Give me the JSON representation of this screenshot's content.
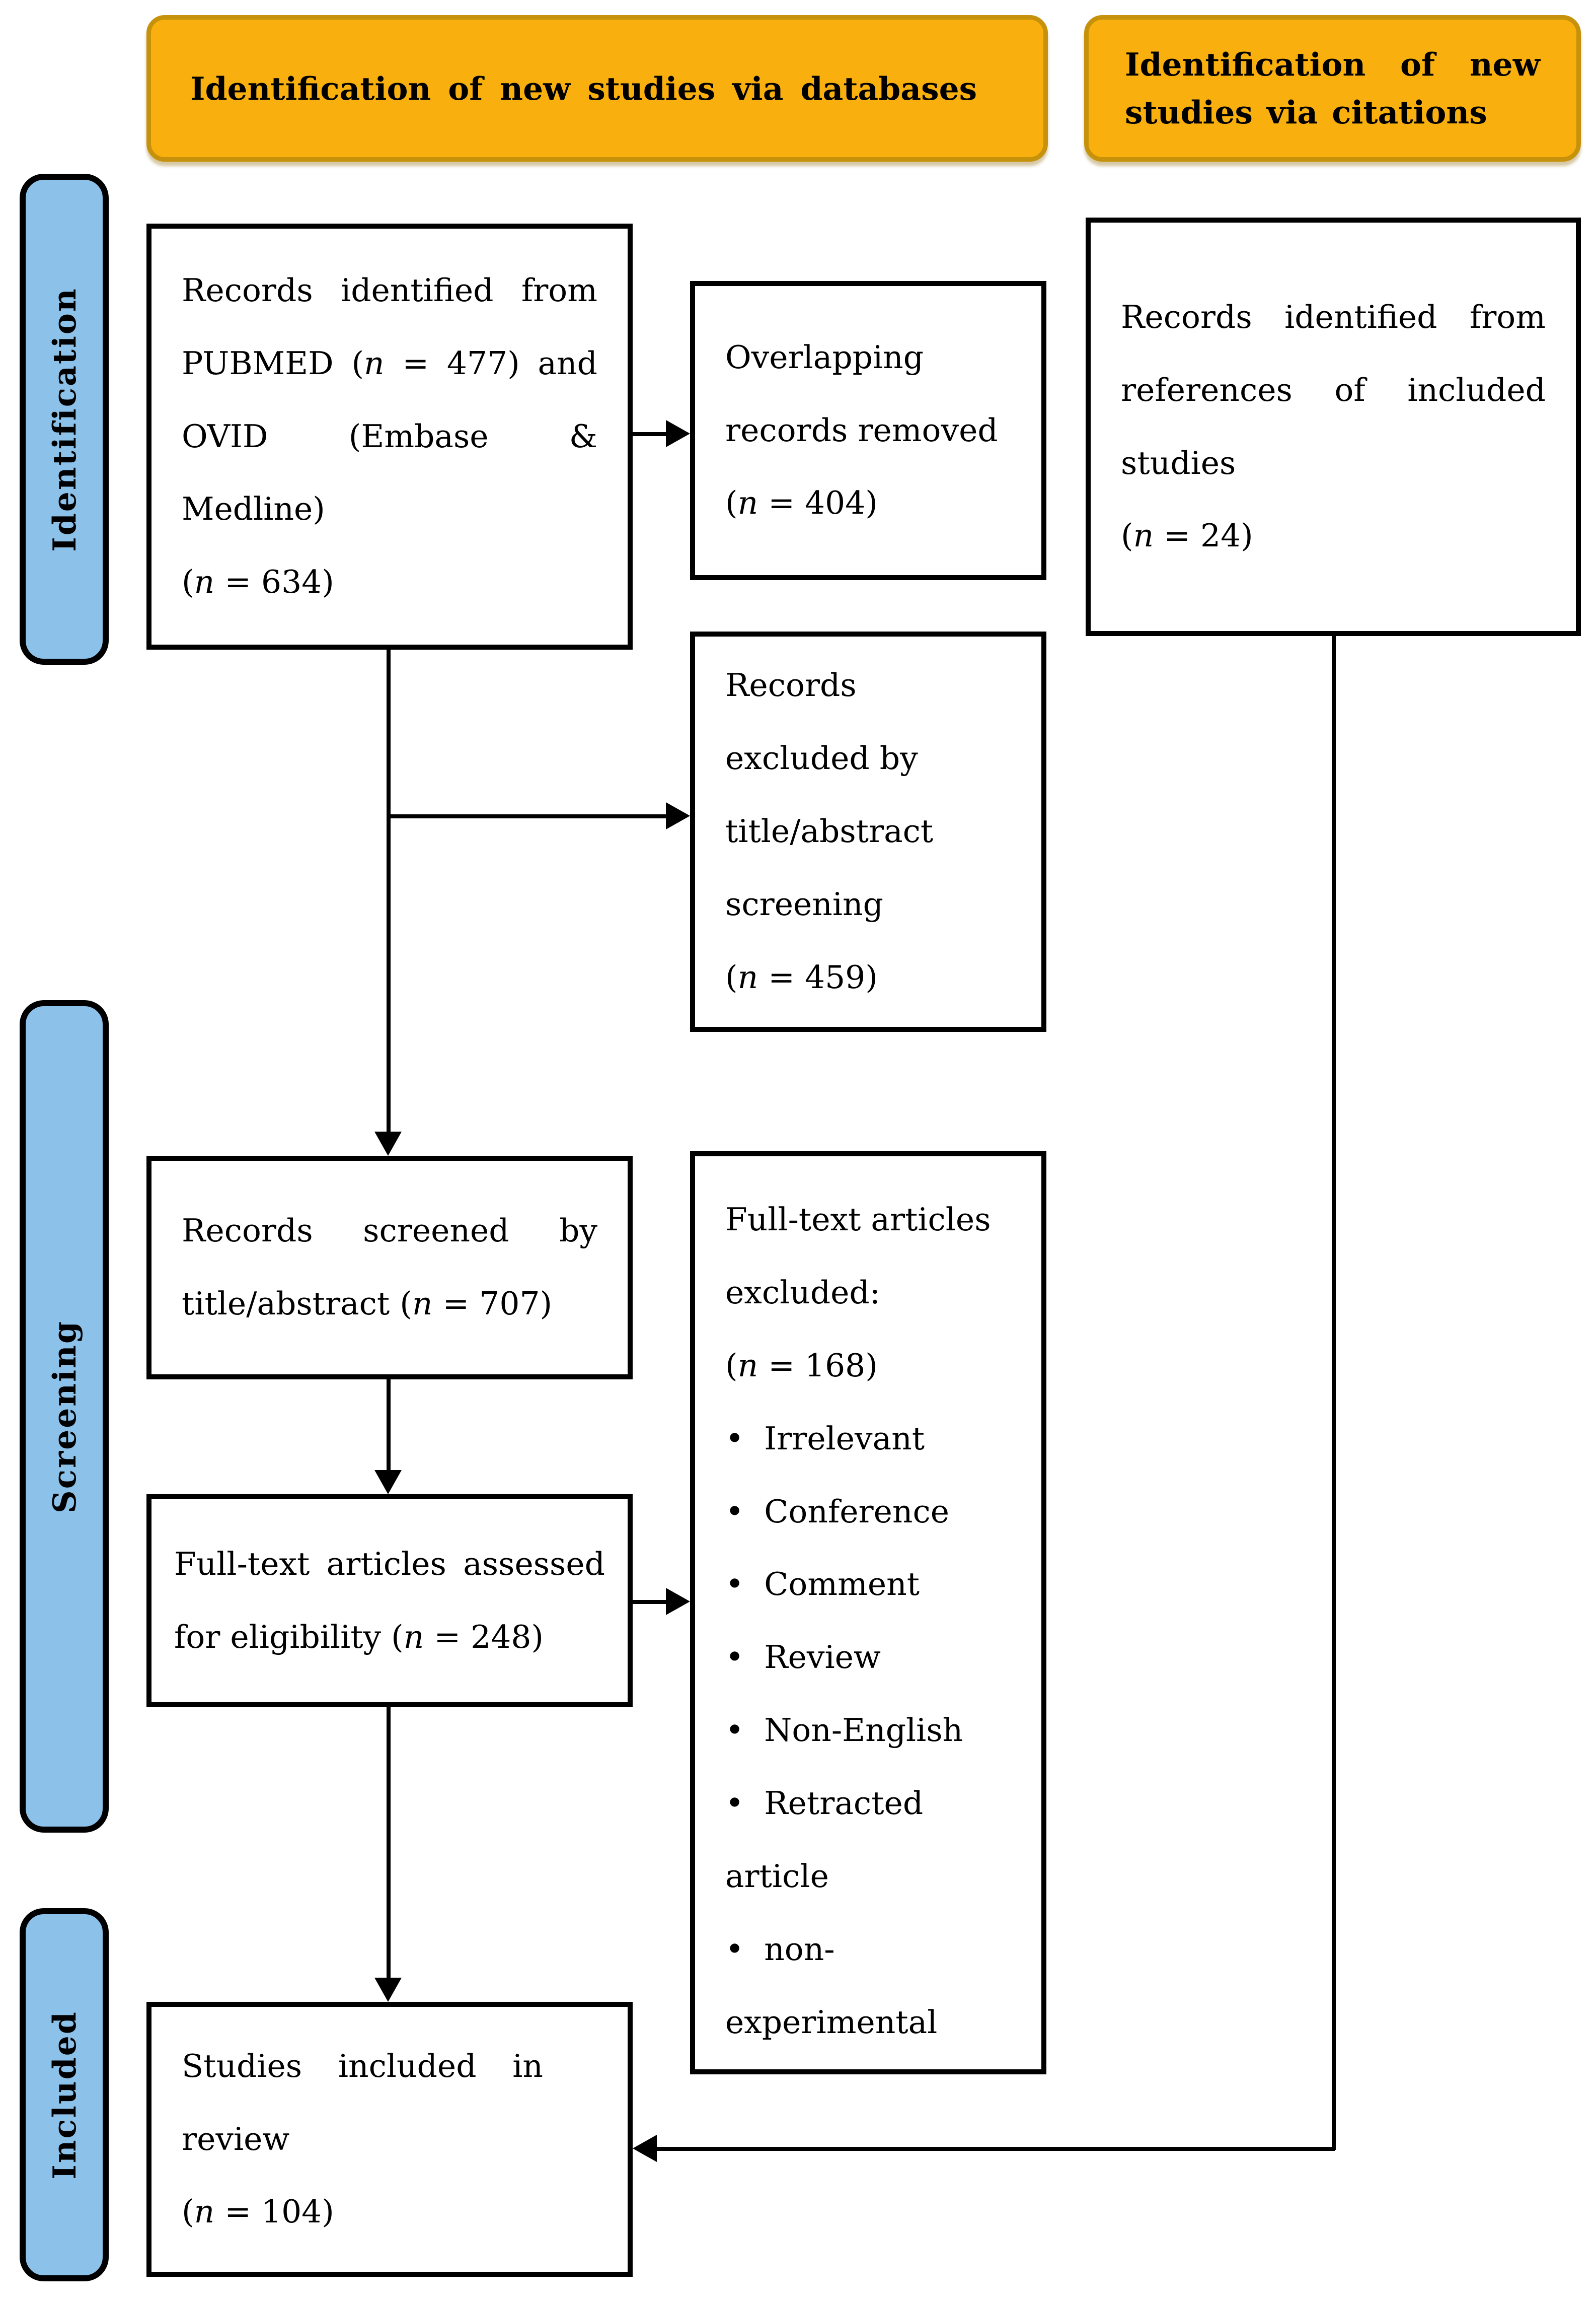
{
  "palette": {
    "header_fill": "#F9B00F",
    "header_border": "#C6920B",
    "stage_fill": "#8CC1E9",
    "stage_border": "#000000",
    "box_border": "#000000",
    "line_color": "#000000"
  },
  "headers": {
    "databases": "Identification of new studies via databases",
    "citations": "Identification of new studies via citations"
  },
  "stages": {
    "identification": "Identification",
    "screening": "Screening",
    "included": "Included"
  },
  "boxes": {
    "records_identified": {
      "lines": [
        "Records identified from",
        "PUBMED (n = 477) and",
        "OVID (Embase &",
        "Medline)",
        "(n = 634)"
      ]
    },
    "overlapping_removed": {
      "lines": [
        "Overlapping",
        "records removed",
        "(n = 404)"
      ]
    },
    "citation_records": {
      "lines": [
        "Records identified from",
        "references of included",
        "studies",
        "(n = 24)"
      ]
    },
    "records_excluded": {
      "lines": [
        "Records",
        "excluded by",
        "title/abstract",
        "screening",
        "(n = 459)"
      ]
    },
    "records_screened": {
      "lines": [
        "Records screened by",
        "title/abstract (n = 707)"
      ]
    },
    "fulltext_excluded": {
      "lines": [
        "Full-text articles",
        "excluded:",
        "(n = 168)"
      ],
      "reasons": [
        "Irrelevant",
        "Conference",
        "Comment",
        "Review",
        "Non-English",
        "Retracted article",
        "non-experimental"
      ]
    },
    "fulltext_assessed": {
      "lines": [
        "Full-text articles assessed",
        "for eligibility (n = 248)"
      ]
    },
    "studies_included": {
      "lines": [
        "Studies included in",
        "review",
        "(n = 104)"
      ]
    }
  }
}
